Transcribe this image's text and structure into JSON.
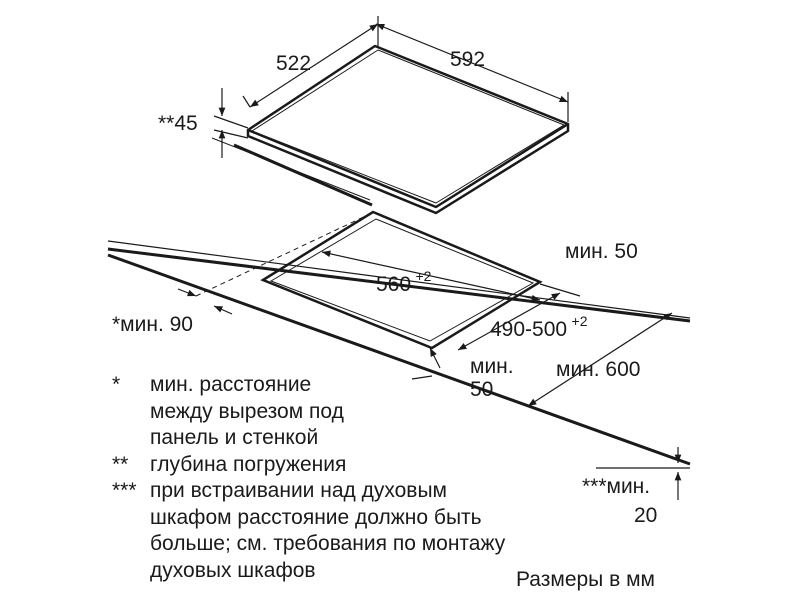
{
  "dimensions": {
    "hob_depth": "522",
    "hob_width": "592",
    "hob_height": "**45",
    "cutout_width": {
      "value": "560",
      "tolerance": "+2"
    },
    "cutout_depth": {
      "value": "490-500",
      "tolerance": "+2"
    },
    "wall_gap": "*мин. 90",
    "rear_min": "мин. 50",
    "front_min": {
      "line1": "мин.",
      "line2": "50"
    },
    "worktop_depth": "мин. 600",
    "below_min": {
      "line1": "***мин.",
      "line2": "20"
    }
  },
  "notes": [
    {
      "mark": "*",
      "lines": [
        "мин. расстояние",
        "между вырезом под",
        "панель и стенкой"
      ]
    },
    {
      "mark": "**",
      "lines": [
        "глубина погружения"
      ]
    },
    {
      "mark": "***",
      "lines": [
        "при встраивании над духовым",
        "шкафом расстояние должно быть",
        "больше; см. требования по монтажу",
        "духовых шкафов"
      ]
    }
  ],
  "footer": "Размеры в мм",
  "colors": {
    "line": "#1a1a1a",
    "background": "#ffffff"
  }
}
